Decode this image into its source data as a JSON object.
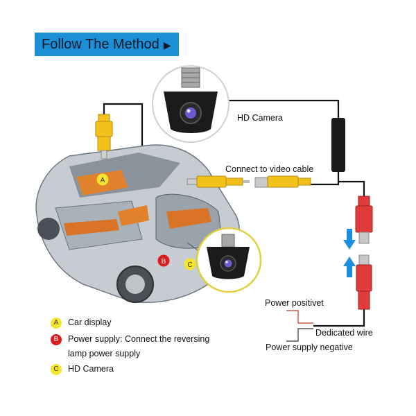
{
  "banner": {
    "title": "Follow The Method"
  },
  "labels": {
    "hd_camera": "HD Camera",
    "connect_video": "Connect to video cable",
    "power_positive": "Power positivet",
    "dedicated_wire": "Dedicated wire",
    "power_negative": "Power supply negative"
  },
  "markers": {
    "a": "A",
    "b": "B",
    "c": "C"
  },
  "legend": [
    {
      "badge": "A",
      "text": "Car display"
    },
    {
      "badge": "B",
      "text_line1": "Power supply: Connect the reversing",
      "text_line2": "lamp power supply"
    },
    {
      "badge": "C",
      "text": "HD Camera"
    }
  ],
  "colors": {
    "banner": "#1d8fd6",
    "rca_yellow": "#f2c21b",
    "dc_red": "#e23b3b",
    "arrow_blue": "#1e8fe0",
    "badge_yellow": "#f5e52e",
    "badge_red": "#d81e1e"
  }
}
